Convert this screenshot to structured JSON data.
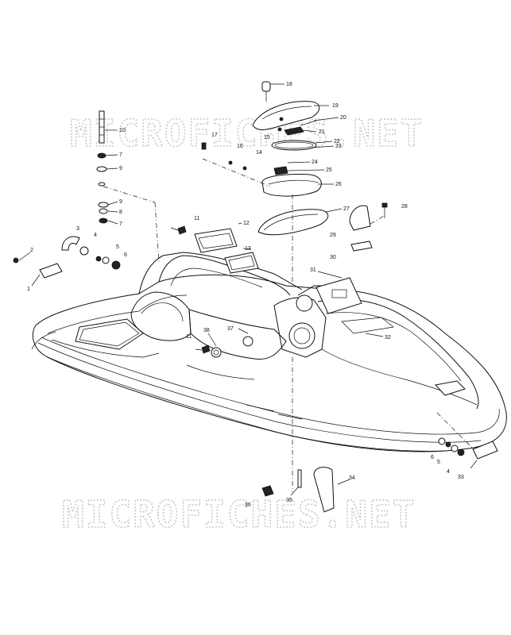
{
  "watermark": {
    "top": "MICROFICHES.NET",
    "bottom": "MICROFICHES.NET"
  },
  "callouts": {
    "c1": "1",
    "c2": "2",
    "c3": "3",
    "c4a": "4",
    "c4b": "4",
    "c5a": "5",
    "c5b": "5",
    "c6a": "6",
    "c6b": "6",
    "c7a": "7",
    "c7b": "7",
    "c8": "8",
    "c9a": "9",
    "c9b": "9",
    "c10": "10",
    "c11a": "11",
    "c11b": "11",
    "c12": "12",
    "c13": "13",
    "c14": "14",
    "c15": "15",
    "c16": "16",
    "c17": "17",
    "c18": "18",
    "c19": "19",
    "c20": "20",
    "c21": "21",
    "c22": "22",
    "c23": "23",
    "c24": "24",
    "c25": "25",
    "c26": "26",
    "c27": "27",
    "c28": "28",
    "c29": "29",
    "c30": "30",
    "c31": "31",
    "c32": "32",
    "c33": "33",
    "c34": "34",
    "c35": "35",
    "c36": "36",
    "c37": "37",
    "c38": "38"
  }
}
